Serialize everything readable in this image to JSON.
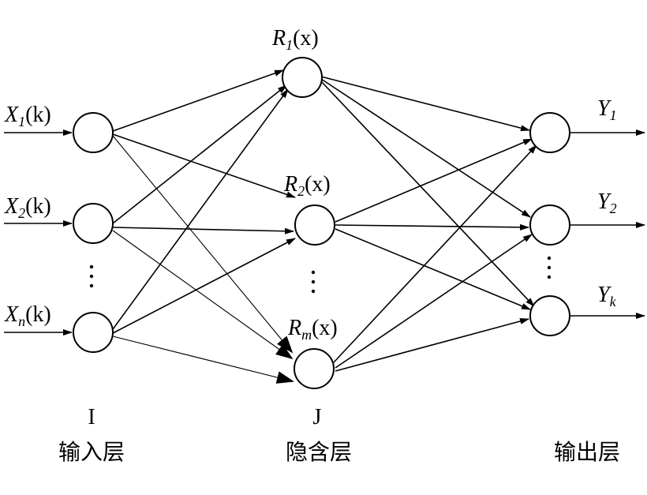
{
  "inputs": [
    {
      "var": "X",
      "sub": "1",
      "arg": "(k)"
    },
    {
      "var": "X",
      "sub": "2",
      "arg": "(k)"
    },
    {
      "var": "X",
      "sub": "n",
      "arg": "(k)"
    }
  ],
  "hidden": [
    {
      "var": "R",
      "sub": "1",
      "arg": "(x)"
    },
    {
      "var": "R",
      "sub": "2",
      "arg": "(x)"
    },
    {
      "var": "R",
      "sub": "m",
      "arg": "(x)"
    }
  ],
  "outputs": [
    {
      "var": "Y",
      "sub": "1"
    },
    {
      "var": "Y",
      "sub": "2"
    },
    {
      "var": "Y",
      "sub": "k"
    }
  ],
  "layers": {
    "input": {
      "code": "I",
      "name": "输入层"
    },
    "hidden": {
      "code": "J",
      "name": "隐含层"
    },
    "output": {
      "name": "输出层"
    }
  },
  "colors": {
    "stroke": "#000000",
    "background": "#ffffff"
  }
}
